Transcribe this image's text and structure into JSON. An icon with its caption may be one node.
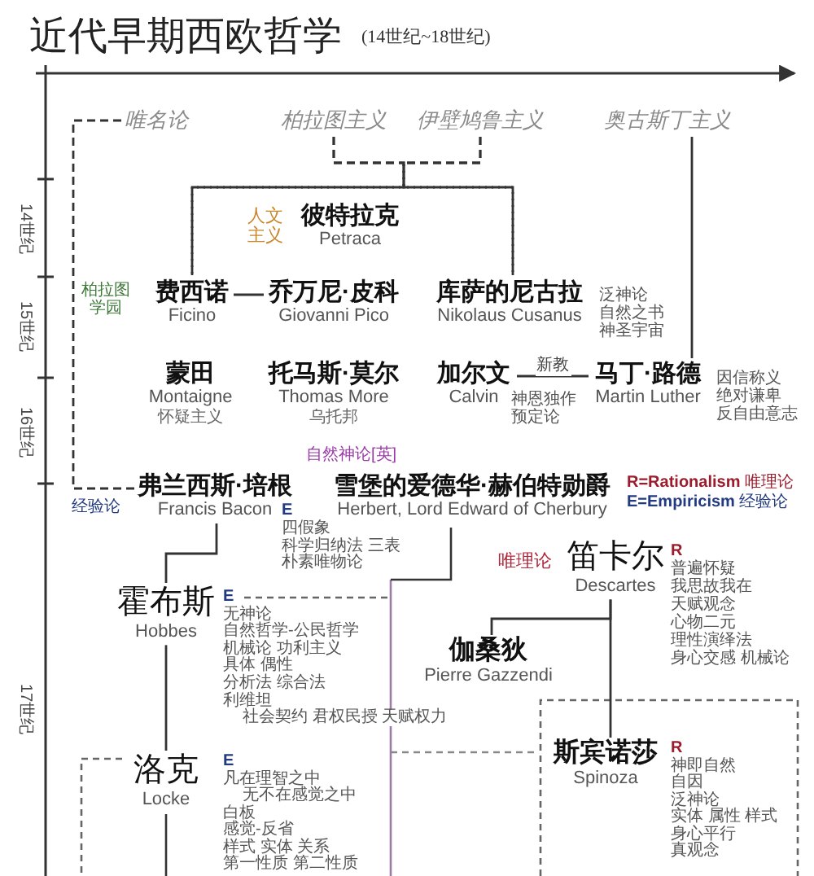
{
  "diagram": {
    "title": "近代早期西欧哲学",
    "nodes": [
      {
        "text": [
          "唯名论"
        ]
      },
      {
        "text": [
          "柏拉图主义"
        ]
      },
      {
        "text": [
          "伊壁鸠鲁主义"
        ]
      },
      {
        "text": [
          "奥古斯丁主义"
        ]
      },
      {
        "text": [
          "彼特拉克",
          "Petraca"
        ],
        "beside": [
          "人文主义"
        ]
      },
      {
        "text": [
          "费西诺",
          "Ficino"
        ],
        "beside": [
          "柏拉图学园"
        ]
      },
      {
        "text": [
          "乔万尼·皮科",
          "Giovanni Pico"
        ]
      },
      {
        "text": [
          "库萨的尼古拉",
          "Nikolaus Cusanus"
        ],
        "beside": [
          "泛神论",
          "自然之书",
          "神圣宇宙"
        ]
      },
      {
        "text": [
          "蒙田",
          "Montaigne",
          "怀疑主义"
        ]
      },
      {
        "text": [
          "托马斯·莫尔",
          "Thomas More",
          "乌托邦"
        ]
      },
      {
        "text": [
          "加尔文",
          "Calvin"
        ],
        "beside": [
          "神恩独作",
          "预定论"
        ]
      },
      {
        "text": [
          "马丁·路德",
          "Martin Luther"
        ],
        "beside": [
          "因信称义",
          "绝对谦卑",
          "反自由意志"
        ]
      },
      {
        "text": [
          "弗兰西斯·培根",
          "Francis Bacon"
        ],
        "beside": [
          "E",
          "四假象",
          "科学归纳法 三表",
          "朴素唯物论"
        ]
      },
      {
        "text": [
          "雪堡的爱德华·赫伯特勋爵",
          "Herbert, Lord Edward of Cherbury"
        ]
      },
      {
        "text": [
          "笛卡尔",
          "Descartes"
        ],
        "beside": [
          "唯理论",
          "R",
          "普遍怀疑",
          "我思故我在",
          "天赋观念",
          "心物二元",
          "理性演绎法",
          "身心交感 机械论"
        ]
      },
      {
        "text": [
          "霍布斯",
          "Hobbes"
        ],
        "beside": [
          "E",
          "无神论",
          "自然哲学-公民哲学",
          "机械论 功利主义",
          "具体 偶性",
          "分析法 综合法",
          "利维坦",
          "社会契约 君权民授 天赋权力"
        ]
      },
      {
        "text": [
          "伽桑狄",
          "Pierre Gazzendi"
        ]
      },
      {
        "text": [
          "洛克",
          "Locke"
        ],
        "beside": [
          "E",
          "凡在理智之中",
          "无不在感觉之中",
          "白板",
          "感觉-反省",
          "样式 实体 关系",
          "第一性质 第二性质"
        ]
      },
      {
        "text": [
          "斯宾诺莎",
          "Spinoza"
        ],
        "beside": [
          "R",
          "神即自然",
          "自因",
          "泛神论",
          "实体 属性 样式",
          "身心平行",
          "真观念"
        ]
      }
    ],
    "edges": [
      {
        "from": 0,
        "to": 12,
        "arrow": "none",
        "style": "dashed"
      },
      {
        "from": 1,
        "to": 5,
        "arrow": "none",
        "style": "dashed"
      },
      {
        "from": 2,
        "to": 5,
        "arrow": "none",
        "style": "dashed"
      },
      {
        "from": 1,
        "to": 7,
        "arrow": "none",
        "style": "dashed"
      },
      {
        "from": 2,
        "to": 7,
        "arrow": "none",
        "style": "dashed"
      },
      {
        "from": 3,
        "to": 11,
        "arrow": "none"
      },
      {
        "from": 5,
        "to": 6,
        "arrow": "none"
      },
      {
        "from": 10,
        "to": 11,
        "arrow": "none",
        "label": "新教"
      },
      {
        "from": 12,
        "to": 15,
        "arrow": "none"
      },
      {
        "from": 15,
        "to": 17,
        "arrow": "none"
      },
      {
        "from": 14,
        "to": 16,
        "arrow": "none"
      },
      {
        "from": 14,
        "to": 18,
        "arrow": "none"
      }
    ],
    "labels": [
      "(14世纪~18世纪)",
      "14世纪",
      "15世纪",
      "16世纪",
      "17世纪",
      "经验论",
      "自然神论[英]",
      "**R=Rationalism** 唯理论",
      "**E=Empiricism** 经验论"
    ]
  }
}
